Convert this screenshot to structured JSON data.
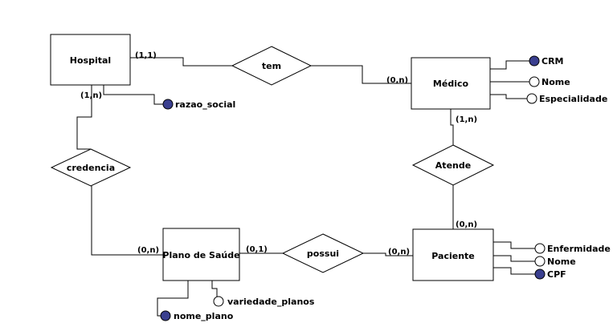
{
  "entities": {
    "hospital": "Hospital",
    "medico": "Médico",
    "plano": "Plano de Saúde",
    "paciente": "Paciente"
  },
  "relationships": {
    "tem": "tem",
    "credencia": "credencia",
    "atende": "Atende",
    "possui": "possui"
  },
  "cardinalities": {
    "hospital_tem": "(1,1)",
    "medico_tem": "(0,n)",
    "hospital_credencia": "(1,n)",
    "plano_credencia": "(0,n)",
    "medico_atende": "(1,n)",
    "paciente_atende": "(0,n)",
    "plano_possui": "(0,1)",
    "paciente_possui": "(0,n)"
  },
  "attributes": {
    "hospital_razao_social": "razao_social",
    "medico_crm": "CRM",
    "medico_nome": "Nome",
    "medico_especialidade": "Especialidade",
    "plano_nome_plano": "nome_plano",
    "plano_variedade_planos": "variedade_planos",
    "paciente_enfermidade": "Enfermidade",
    "paciente_nome": "Nome",
    "paciente_cpf": "CPF"
  },
  "colors": {
    "key_attribute": "#3a3f8f",
    "line": "#000000",
    "background": "#ffffff"
  }
}
